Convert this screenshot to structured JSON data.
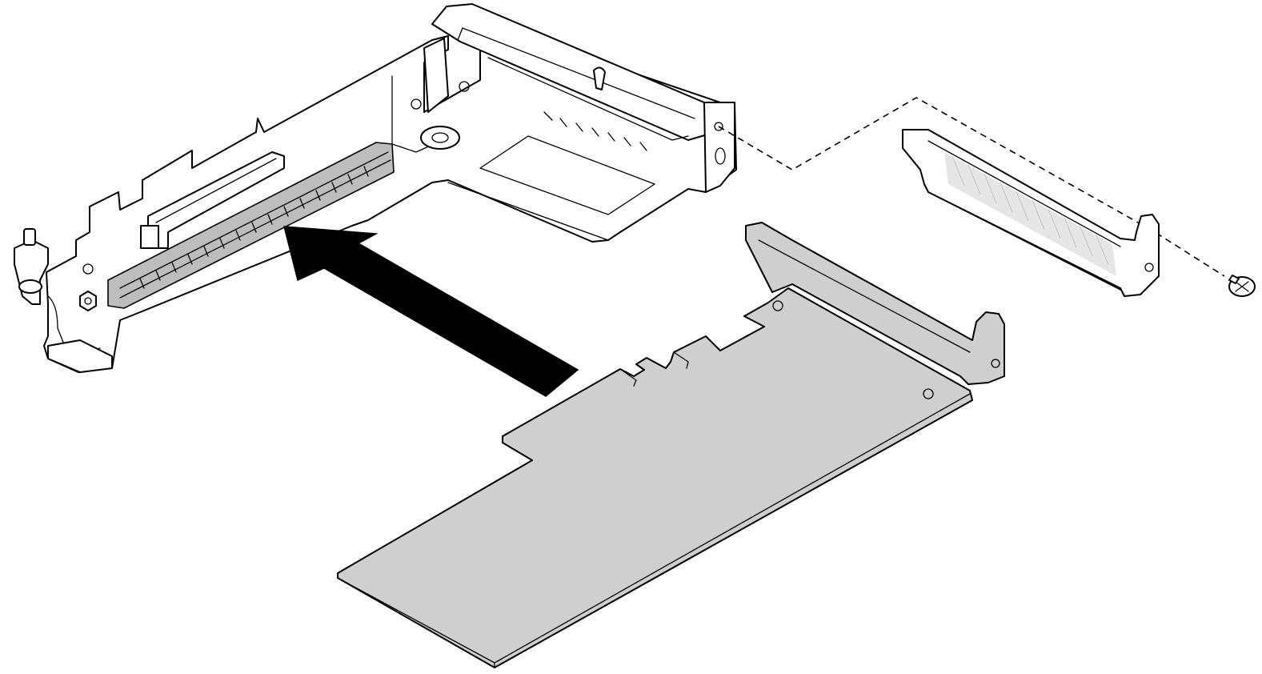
{
  "diagram": {
    "components": [
      {
        "id": "riser-cage",
        "icon": "riser-cage-icon"
      },
      {
        "id": "pcie-slot",
        "icon": "pcie-slot-icon"
      },
      {
        "id": "adapter-card",
        "icon": "adapter-card-icon"
      },
      {
        "id": "slot-bracket",
        "icon": "bracket-icon"
      },
      {
        "id": "screw",
        "icon": "screw-icon"
      }
    ],
    "motion": {
      "icon": "arrow-icon",
      "direction": "install-into-slot"
    },
    "guide": {
      "style": "dashed"
    },
    "colors": {
      "outline": "#000000",
      "fill": "#ffffff",
      "board": "#cfcfcf",
      "arrow": "#000000"
    }
  }
}
